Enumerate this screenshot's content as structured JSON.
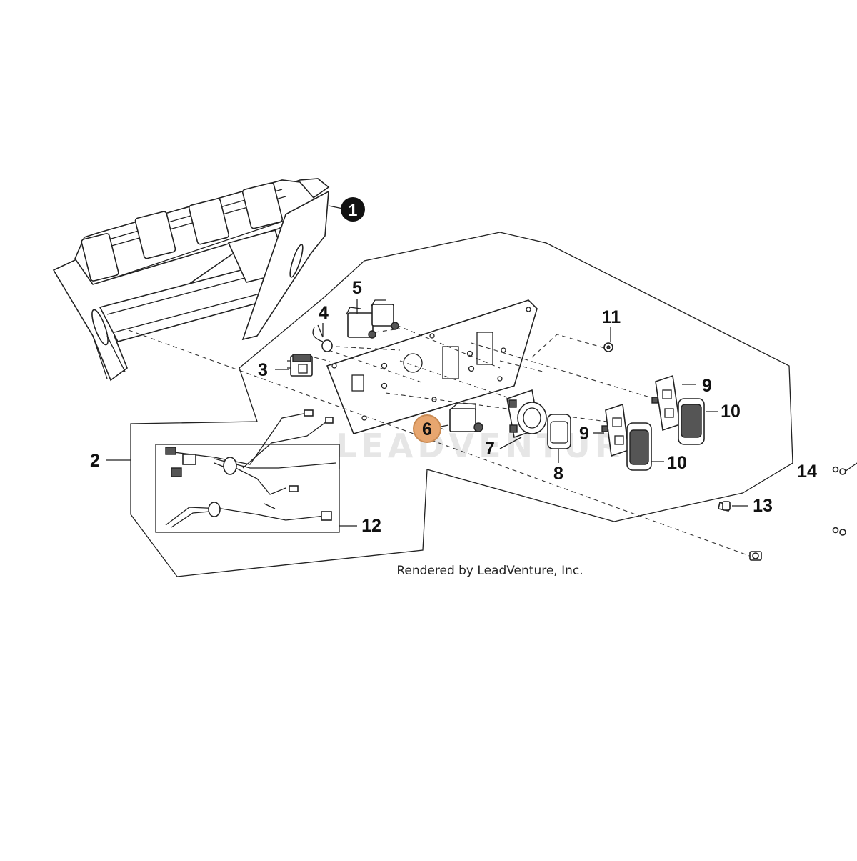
{
  "diagram": {
    "credit": "Rendered by LeadVenture, Inc.",
    "watermark": "LEADVENTURE",
    "highlight_color": "#e7a66f",
    "highlight_stroke": "#c98a52",
    "callouts": [
      {
        "id": "1",
        "label": "1",
        "style": "filled-circle"
      },
      {
        "id": "2",
        "label": "2"
      },
      {
        "id": "3",
        "label": "3"
      },
      {
        "id": "4",
        "label": "4"
      },
      {
        "id": "5",
        "label": "5"
      },
      {
        "id": "6",
        "label": "6",
        "style": "highlighted-circle"
      },
      {
        "id": "7",
        "label": "7"
      },
      {
        "id": "8",
        "label": "8"
      },
      {
        "id": "9a",
        "label": "9"
      },
      {
        "id": "9b",
        "label": "9"
      },
      {
        "id": "10a",
        "label": "10"
      },
      {
        "id": "10b",
        "label": "10"
      },
      {
        "id": "11",
        "label": "11"
      },
      {
        "id": "12",
        "label": "12"
      },
      {
        "id": "13",
        "label": "13"
      },
      {
        "id": "14",
        "label": "14"
      }
    ]
  }
}
